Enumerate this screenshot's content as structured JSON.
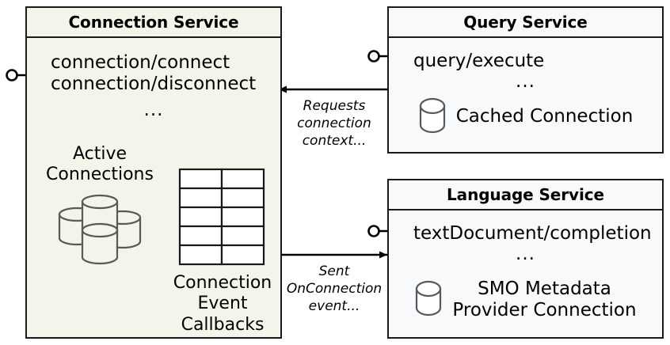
{
  "diagram": {
    "type": "component-diagram",
    "background": "#ffffff",
    "boxes": [
      {
        "id": "connection-service",
        "title": "Connection Service",
        "fill": "#f3f5ea",
        "stroke": "#1a1a1a",
        "operations": [
          "connection/connect",
          "connection/disconnect"
        ],
        "ellipsis": "...",
        "store_label": "Active\nConnections",
        "store_icon": "cylinder-cluster-icon",
        "table_label": "Connection\nEvent\nCallbacks",
        "table_icon": "table-grid-icon",
        "table_rows": 5,
        "table_cols": 2,
        "provided_interface": "lollipop-socket-icon"
      },
      {
        "id": "query-service",
        "title": "Query Service",
        "fill": "#f8f9fb",
        "stroke": "#1a1a1a",
        "operation": "query/execute",
        "ellipsis": "...",
        "store_label": "Cached Connection",
        "store_icon": "database-cylinder-icon",
        "provided_interface": "lollipop-socket-icon"
      },
      {
        "id": "language-service",
        "title": "Language Service",
        "fill": "#f8f9fb",
        "stroke": "#1a1a1a",
        "operation": "textDocument/completion",
        "ellipsis": "...",
        "store_label": "SMO Metadata\nProvider Connection",
        "store_icon": "database-cylinder-icon",
        "provided_interface": "lollipop-socket-icon"
      }
    ],
    "connectors": [
      {
        "id": "query-to-connection",
        "from": "query-service",
        "to": "connection-service",
        "direction": "left",
        "label": "Requests\nconnection\ncontext..."
      },
      {
        "id": "connection-to-language",
        "from": "connection-service",
        "to": "language-service",
        "direction": "right",
        "label": "Sent\nOnConnection\nevent..."
      }
    ]
  }
}
